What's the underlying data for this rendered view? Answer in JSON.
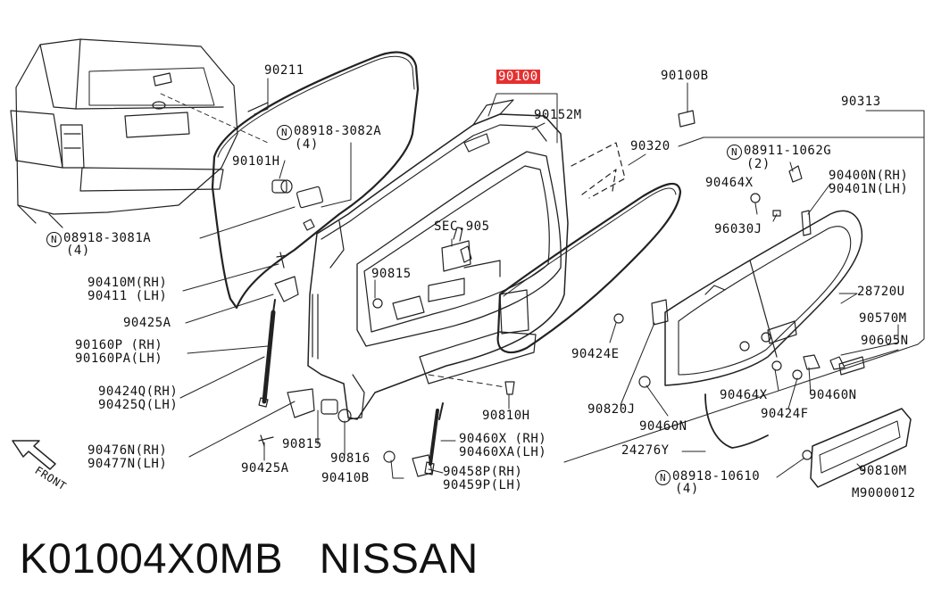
{
  "diagram": {
    "highlighted_part": "90100",
    "labels": {
      "p90211": "90211",
      "p90100": "90100",
      "p90100B": "90100B",
      "p90313": "90313",
      "p90152M": "90152M",
      "p90320": "90320",
      "p08918_3082A": "08918-3082A",
      "p08918_3082A_qty": "(4)",
      "p90101H": "90101H",
      "p08911_1062G": "08911-1062G",
      "p08911_1062G_qty": "(2)",
      "p90464X_a": "90464X",
      "p90400N": "90400N(RH)",
      "p90401N": "90401N(LH)",
      "p96030J": "96030J",
      "pSEC905": "SEC.905",
      "p08918_3081A": "08918-3081A",
      "p08918_3081A_qty": "(4)",
      "p90815_a": "90815",
      "p28720U": "28720U",
      "p90410M": "90410M(RH)",
      "p90411": "90411 (LH)",
      "p90570M": "90570M",
      "p90425A_a": "90425A",
      "p90605N": "90605N",
      "p90424E": "90424E",
      "p90160P": "90160P (RH)",
      "p90160PA": "90160PA(LH)",
      "p90424Q": "90424Q(RH)",
      "p90425Q": "90425Q(LH)",
      "p90464X_b": "90464X",
      "p90460N_a": "90460N",
      "p90820J": "90820J",
      "p90424F": "90424F",
      "p90810H": "90810H",
      "p90460N_b": "90460N",
      "p90476N": "90476N(RH)",
      "p90477N": "90477N(LH)",
      "p90815_b": "90815",
      "p90460X": "90460X (RH)",
      "p90460XA": "90460XA(LH)",
      "p24276Y": "24276Y",
      "p90816": "90816",
      "p90425A_b": "90425A",
      "p90458P": "90458P(RH)",
      "p90459P": "90459P(LH)",
      "p90410B": "90410B",
      "p08918_10610": "08918-10610",
      "p08918_10610_qty": "(4)",
      "p90810M": "90810M",
      "diagram_code": "M9000012",
      "front": "FRONT",
      "n_symbol": "N"
    }
  },
  "caption": "K01004X0MB   NISSAN"
}
